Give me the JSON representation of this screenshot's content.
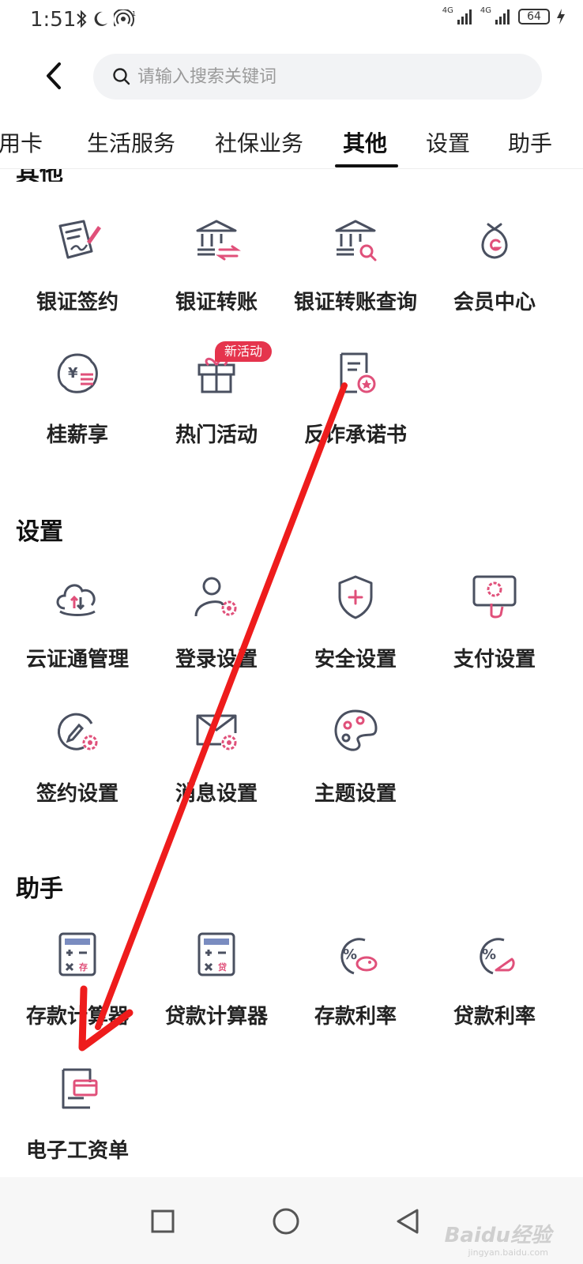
{
  "status": {
    "time": "1:51",
    "network_label_1": "4G",
    "network_label_2": "4G",
    "battery": "64"
  },
  "search": {
    "placeholder": "请输入搜索关键词"
  },
  "tabs": [
    {
      "label": "信用卡"
    },
    {
      "label": "生活服务"
    },
    {
      "label": "社保业务"
    },
    {
      "label": "其他"
    },
    {
      "label": "设置"
    },
    {
      "label": "助手"
    }
  ],
  "sections": {
    "other": {
      "title": "其他",
      "items": [
        {
          "label": "银证签约",
          "icon": "sign-contract-icon"
        },
        {
          "label": "银证转账",
          "icon": "bank-transfer-icon"
        },
        {
          "label": "银证转账查询",
          "icon": "bank-search-icon"
        },
        {
          "label": "会员中心",
          "icon": "money-bag-icon"
        },
        {
          "label": "桂薪享",
          "icon": "salary-icon"
        },
        {
          "label": "热门活动",
          "icon": "gift-icon",
          "badge": "新活动"
        },
        {
          "label": "反诈承诺书",
          "icon": "pledge-document-icon"
        }
      ]
    },
    "settings": {
      "title": "设置",
      "items": [
        {
          "label": "云证通管理",
          "icon": "cloud-cert-icon"
        },
        {
          "label": "登录设置",
          "icon": "user-gear-icon"
        },
        {
          "label": "安全设置",
          "icon": "shield-icon"
        },
        {
          "label": "支付设置",
          "icon": "payment-gear-icon"
        },
        {
          "label": "签约设置",
          "icon": "signing-gear-icon"
        },
        {
          "label": "消息设置",
          "icon": "message-gear-icon"
        },
        {
          "label": "主题设置",
          "icon": "palette-icon"
        }
      ]
    },
    "assistant": {
      "title": "助手",
      "items": [
        {
          "label": "存款计算器",
          "icon": "deposit-calculator-icon"
        },
        {
          "label": "贷款计算器",
          "icon": "loan-calculator-icon"
        },
        {
          "label": "存款利率",
          "icon": "deposit-rate-icon"
        },
        {
          "label": "贷款利率",
          "icon": "loan-rate-icon"
        },
        {
          "label": "电子工资单",
          "icon": "e-payslip-icon"
        }
      ]
    }
  },
  "watermark": {
    "brand": "Baidu经验",
    "url": "jingyan.baidu.com"
  },
  "colors": {
    "accent": "#e0507a",
    "icon_gray": "#4a5060",
    "badge": "#e5344d",
    "arrow": "#ee1c1c"
  }
}
